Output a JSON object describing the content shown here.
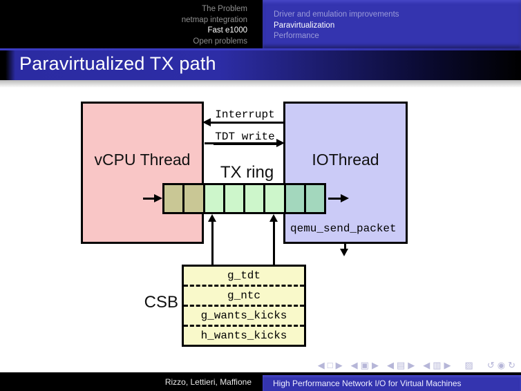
{
  "header": {
    "left_items": [
      {
        "label": "The Problem"
      },
      {
        "label": "netmap integration"
      },
      {
        "label": "Fast e1000"
      },
      {
        "label": "Open problems"
      }
    ],
    "right_items": [
      {
        "label": "Driver and emulation improvements"
      },
      {
        "label": "Paravirtualization"
      },
      {
        "label": "Performance"
      }
    ]
  },
  "frame_title": "Paravirtualized TX path",
  "diagram": {
    "vcpu_label": "vCPU Thread",
    "io_label": "IOThread",
    "interrupt_label": "Interrupt",
    "tdt_write_label": "TDT write",
    "tx_ring_label": "TX ring",
    "qemu_label": "qemu_send_packet",
    "csb_label": "CSB",
    "csb_rows": [
      "g_tdt",
      "g_ntc",
      "g_wants_kicks",
      "h_wants_kicks"
    ],
    "ring_cells": [
      "#c9c795",
      "#c9c795",
      "#cdf6cb",
      "#cdf6cb",
      "#cdf6cb",
      "#cdf6cb",
      "#a3d7bd",
      "#a3d7bd"
    ],
    "colors": {
      "vcpu_box": "#f9c6c6",
      "io_box": "#cbcbf7",
      "csb_box": "#f9f9ca",
      "ring_guest": "#c9c795",
      "ring_free": "#cdf6cb",
      "ring_host": "#a3d7bd",
      "pointer_dot": "#4a4a00",
      "accent_blue": "#3434af"
    }
  },
  "nav": {
    "symbols": [
      {
        "name": "prev-slide",
        "glyph": "◀"
      },
      {
        "name": "slide",
        "glyph": "□"
      },
      {
        "name": "next-slide",
        "glyph": "▶"
      },
      {
        "name": "prev-frame",
        "glyph": "◀"
      },
      {
        "name": "frame",
        "glyph": "▣"
      },
      {
        "name": "next-frame",
        "glyph": "▶"
      },
      {
        "name": "prev-section",
        "glyph": "◀"
      },
      {
        "name": "section",
        "glyph": "▤"
      },
      {
        "name": "next-section",
        "glyph": "▶"
      },
      {
        "name": "prev-subsection",
        "glyph": "◀"
      },
      {
        "name": "subsection",
        "glyph": "▥"
      },
      {
        "name": "next-subsection",
        "glyph": "▶"
      },
      {
        "name": "appendix",
        "glyph": "▨"
      },
      {
        "name": "back",
        "glyph": "↺"
      },
      {
        "name": "find",
        "glyph": "◉"
      },
      {
        "name": "forward",
        "glyph": "↻"
      }
    ]
  },
  "footer": {
    "authors": "Rizzo, Lettieri, Maffione",
    "talk_title": "High Performance Network I/O for Virtual Machines"
  }
}
